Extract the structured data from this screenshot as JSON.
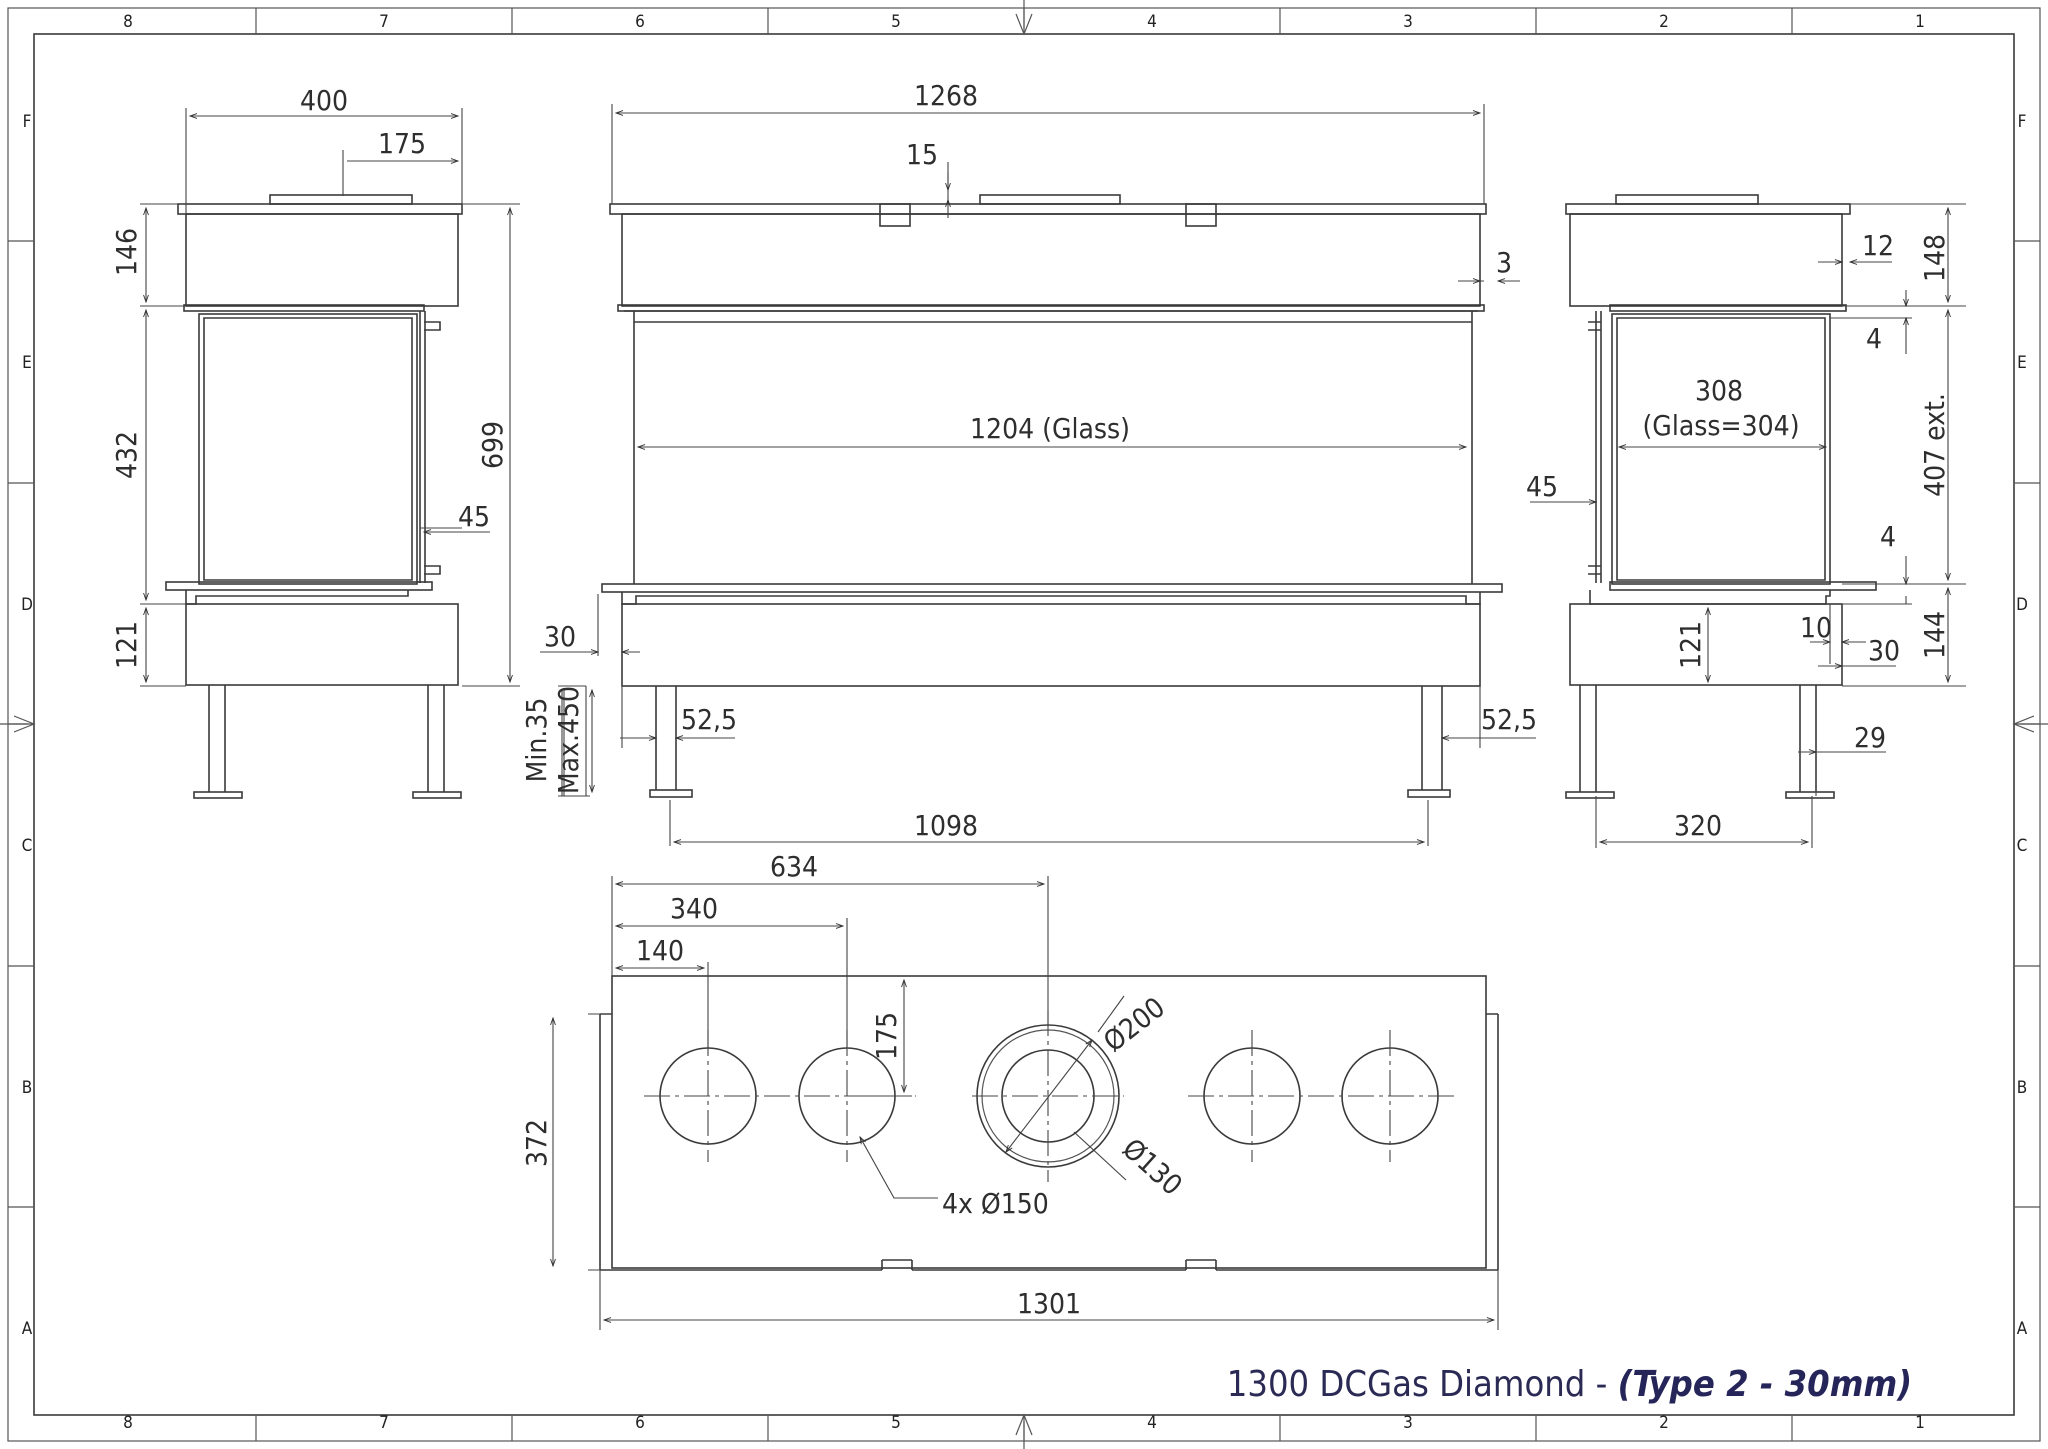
{
  "title": {
    "main": "1300 DCGas Diamond",
    "sep": " - ",
    "type": "(Type 2 - 30mm)"
  },
  "grid": {
    "columns": [
      "8",
      "7",
      "6",
      "5",
      "4",
      "3",
      "2",
      "1"
    ],
    "rows": [
      "F",
      "E",
      "D",
      "C",
      "B",
      "A"
    ]
  },
  "left_view": {
    "width": "400",
    "flue": "175",
    "top_h": "146",
    "glass_h": "432",
    "total_h": "699",
    "frame": "45",
    "bottom_h": "121"
  },
  "front_view": {
    "width": "1268",
    "gap": "15",
    "frame_offset": "3",
    "glass_width": "1204 (Glass)",
    "side_offset": "30",
    "leg_min": "Min.35",
    "leg_max": "Max.450",
    "leg_inset_left": "52,5",
    "leg_inset_right": "52,5",
    "leg_spacing": "1098"
  },
  "right_view": {
    "top_frame": "12",
    "top_h": "148",
    "glass_gap_top": "4",
    "glass_width": "308",
    "glass_note": "(Glass=304)",
    "height_ext": "407 ext.",
    "frame": "45",
    "glass_gap_bottom": "4",
    "bottom_h": "121",
    "bottom_h_total": "144",
    "inset_a": "10",
    "inset_b": "30",
    "leg_inset": "29",
    "leg_spacing": "320"
  },
  "top_view": {
    "hole_offset_1": "634",
    "hole_offset_2": "340",
    "hole_offset_3": "140",
    "hole_center_y": "175",
    "flue_outer": "Ø200",
    "flue_inner": "Ø130",
    "holes_label": "4x Ø150",
    "depth": "372",
    "width": "1301"
  }
}
